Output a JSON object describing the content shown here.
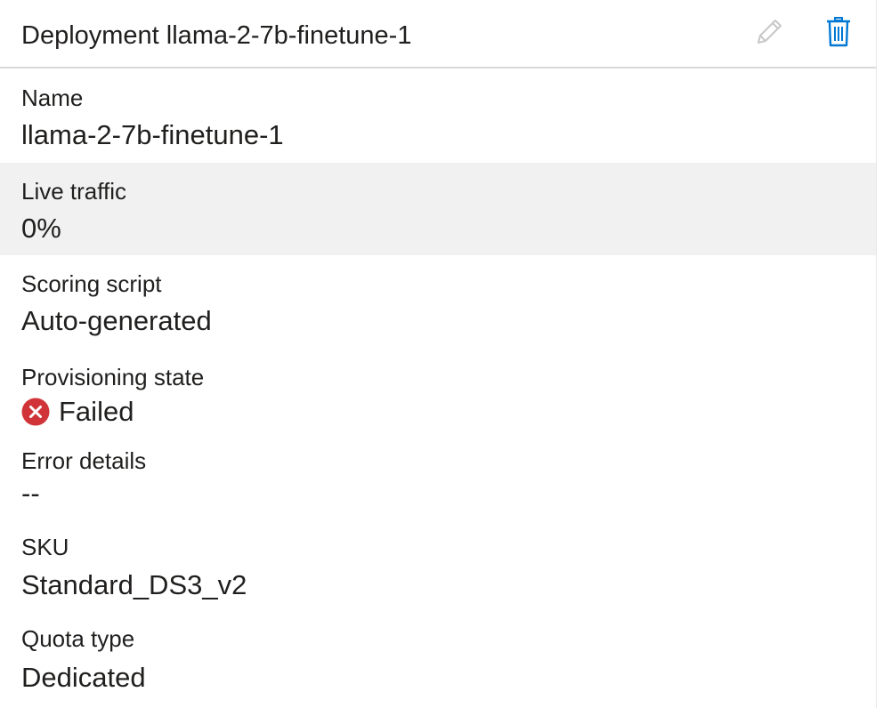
{
  "header": {
    "title": "Deployment llama-2-7b-finetune-1",
    "edit_icon": "pencil-icon",
    "delete_icon": "trash-icon"
  },
  "fields": {
    "name": {
      "label": "Name",
      "value": "llama-2-7b-finetune-1"
    },
    "live_traffic": {
      "label": "Live traffic",
      "value": "0%"
    },
    "scoring_script": {
      "label": "Scoring script",
      "value": "Auto-generated"
    },
    "provisioning_state": {
      "label": "Provisioning state",
      "value": "Failed",
      "status_color": "#d13438",
      "icon": "error-circle-icon"
    },
    "error_details": {
      "label": "Error details",
      "value": "--"
    },
    "sku": {
      "label": "SKU",
      "value": "Standard_DS3_v2"
    },
    "quota_type": {
      "label": "Quota type",
      "value": "Dedicated"
    }
  },
  "colors": {
    "accent": "#0078d4",
    "disabled_icon": "#c8c8c8",
    "shaded_row": "#f1f1f1"
  }
}
